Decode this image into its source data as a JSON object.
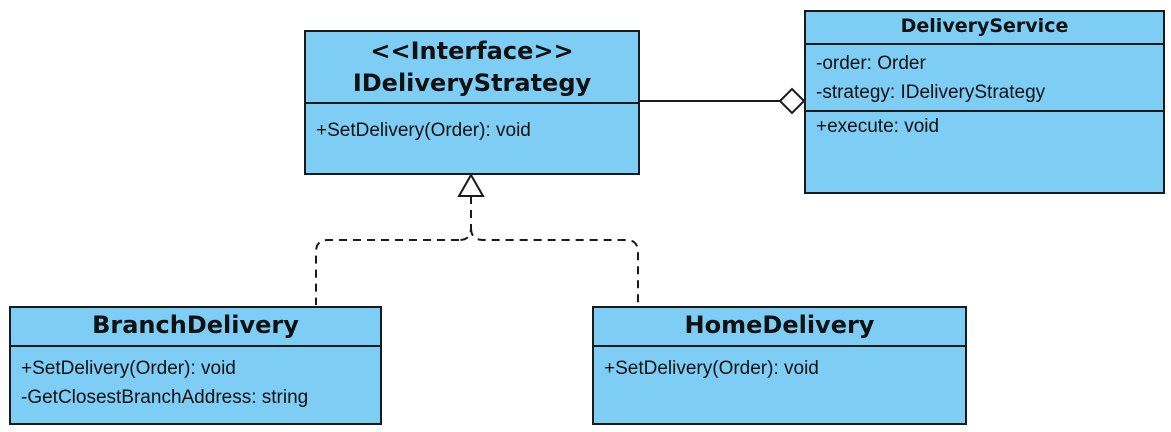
{
  "interface": {
    "stereotype": "<<Interface>>",
    "name": "IDeliveryStrategy",
    "methods": [
      "+SetDelivery(Order): void"
    ]
  },
  "delivery_service": {
    "name": "DeliveryService",
    "attributes": [
      "-order: Order",
      "-strategy: IDeliveryStrategy"
    ],
    "methods": [
      "+execute: void"
    ]
  },
  "branch_delivery": {
    "name": "BranchDelivery",
    "methods": [
      "+SetDelivery(Order): void",
      "-GetClosestBranchAddress: string"
    ]
  },
  "home_delivery": {
    "name": "HomeDelivery",
    "methods": [
      "+SetDelivery(Order): void"
    ]
  },
  "relationships": [
    {
      "type": "aggregation",
      "from": "DeliveryService",
      "to": "IDeliveryStrategy"
    },
    {
      "type": "realization",
      "from": "BranchDelivery",
      "to": "IDeliveryStrategy"
    },
    {
      "type": "realization",
      "from": "HomeDelivery",
      "to": "IDeliveryStrategy"
    }
  ],
  "colors": {
    "class_fill": "#7ecdf4",
    "border": "#1a1a1a",
    "text": "#111111"
  }
}
